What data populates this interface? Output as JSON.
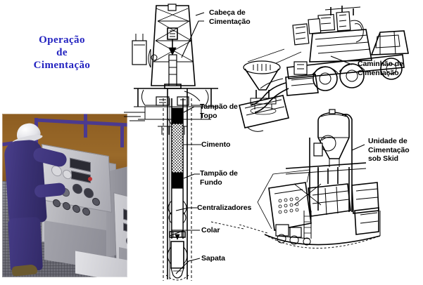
{
  "title": {
    "text": "Operação\nde\nCimentação",
    "color": "#2222c0"
  },
  "labels": {
    "cementing_head": "Cabeça de\nCimentação",
    "cement_truck": "Caminhão de\nCimentação",
    "skid_unit": "Unidade de\nCimentação\nsob Skid",
    "top_plug": "Tampão de\nTopo",
    "cement": "Cimento",
    "bottom_plug": "Tampão de\nFundo",
    "centralizers": "Centralizadores",
    "collar": "Colar",
    "shoe": "Sapata"
  },
  "photo": {
    "caption": "Operador no painel de controle da unidade de cimentação",
    "worker_suit_color": "#3b3276",
    "helmet_color": "#e3e3e8",
    "floor_color": "#787880",
    "wall_color": "#8d5d21",
    "rail_color": "#4b3a8f"
  },
  "diagram": {
    "background": "#ffffff",
    "line_color": "#000000",
    "top_plug_fill": "#000000",
    "bottom_plug_fill": "#000000",
    "cement_fill": "stippled"
  }
}
